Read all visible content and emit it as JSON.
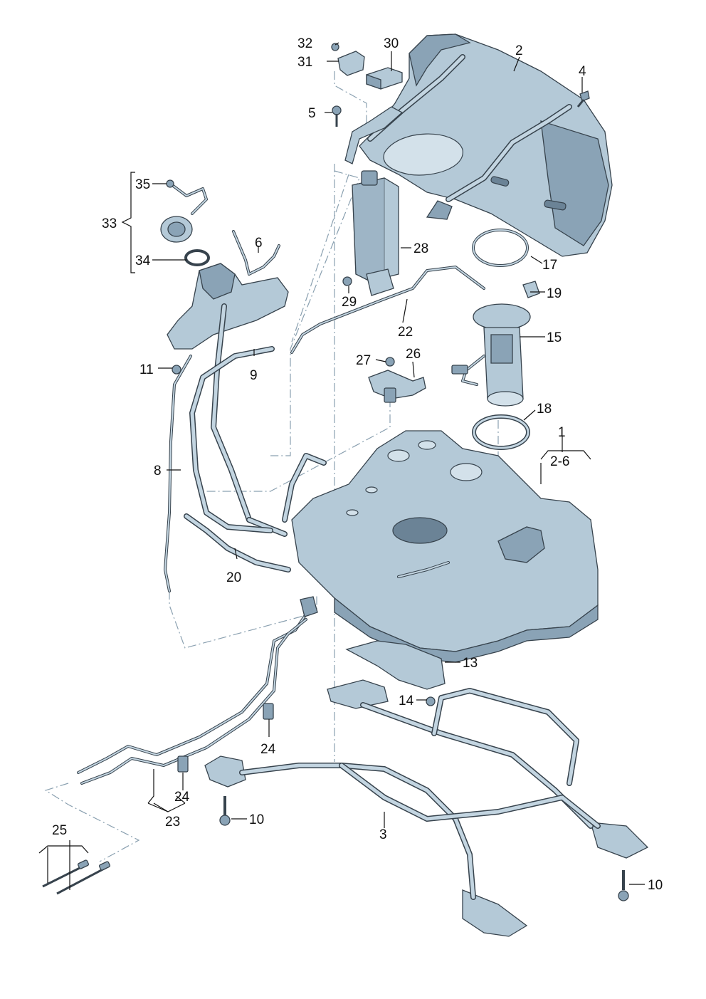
{
  "labels": {
    "l1": "1",
    "l2_6": "2-6",
    "l2": "2",
    "l3": "3",
    "l4": "4",
    "l5": "5",
    "l6": "6",
    "l8": "8",
    "l9": "9",
    "l10a": "10",
    "l10b": "10",
    "l11": "11",
    "l13": "13",
    "l14": "14",
    "l15": "15",
    "l17": "17",
    "l18": "18",
    "l19": "19",
    "l20": "20",
    "l22": "22",
    "l23": "23",
    "l24a": "24",
    "l24b": "24",
    "l25": "25",
    "l26": "26",
    "l27": "27",
    "l28": "28",
    "l29": "29",
    "l30": "30",
    "l31": "31",
    "l32": "32",
    "l33": "33",
    "l34": "34",
    "l35": "35"
  },
  "colors": {
    "part_fill": "#b4c9d7",
    "part_dark": "#8aa3b6",
    "outline": "#37434d",
    "leader": "#111111",
    "dash_line": "#8aa0b0"
  }
}
